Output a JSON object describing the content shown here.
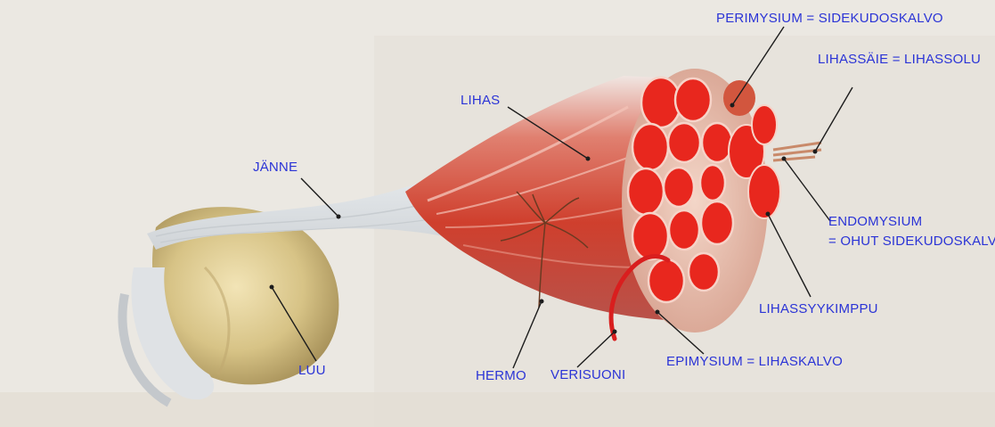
{
  "labels": {
    "perimysium": "PERIMYSIUM = SIDEKUDOSKALVO",
    "lihassaie": "LIHASSÄIE = LIHASSOLU",
    "lihas": "LIHAS",
    "janne": "JÄNNE",
    "endomysium_1": "ENDOMYSIUM",
    "endomysium_2": "= OHUT SIDEKUDOSKALVO",
    "lihassyykimppu": "LIHASSYYKIMPPU",
    "luu": "LUU",
    "hermo": "HERMO",
    "verisuoni": "VERISUONI",
    "epimysium": "EPIMYSIUM = LIHASKALVO"
  },
  "colors": {
    "label": "#2b34d6",
    "muscle": "#d8432f",
    "fascicle": "#e8271e",
    "bone": "#d8c68e",
    "tendon": "#eef0f2",
    "nerve": "#6b3a22"
  }
}
